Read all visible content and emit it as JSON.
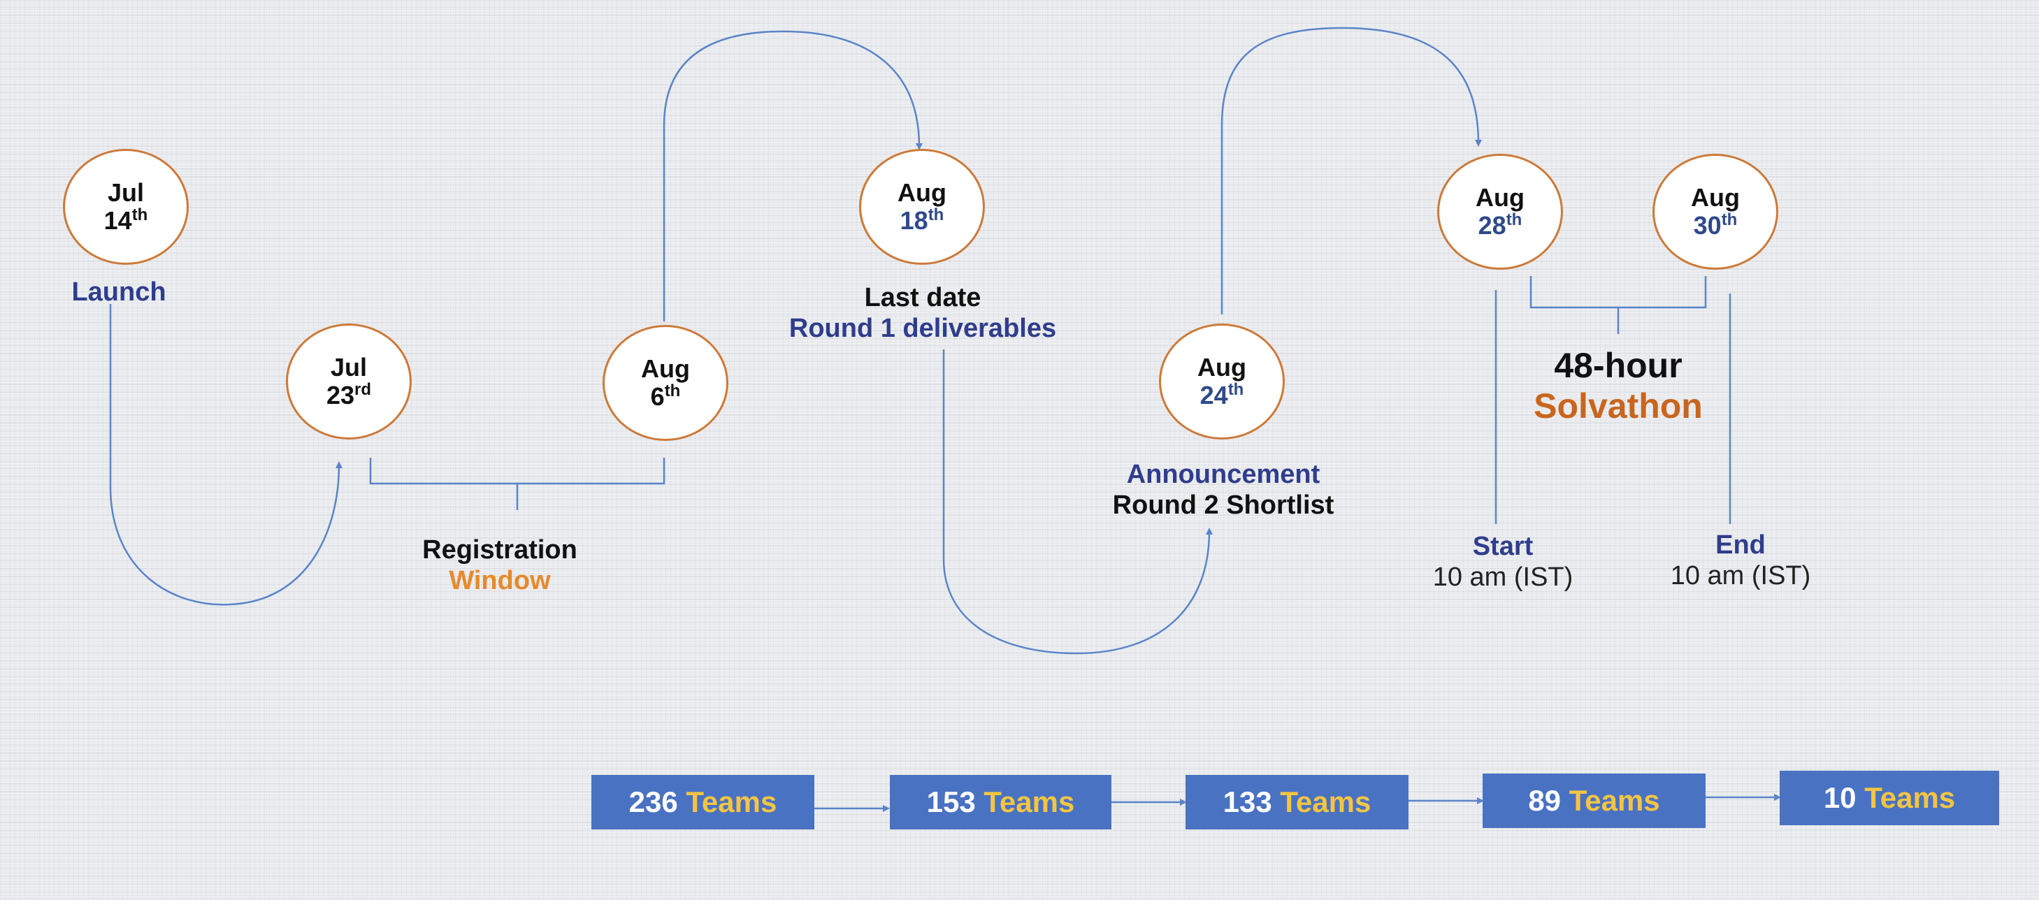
{
  "milestones": [
    {
      "month": "Jul",
      "day": "14",
      "suffix": "th",
      "label": "Launch"
    },
    {
      "month": "Jul",
      "day": "23",
      "suffix": "rd"
    },
    {
      "month": "Aug",
      "day": "6",
      "suffix": "th"
    },
    {
      "month": "Aug",
      "day": "18",
      "suffix": "th",
      "label_line1": "Last date",
      "label_line2": "Round 1 deliverables"
    },
    {
      "month": "Aug",
      "day": "24",
      "suffix": "th",
      "label_line1": "Announcement",
      "label_line2": "Round 2 Shortlist"
    },
    {
      "month": "Aug",
      "day": "28",
      "suffix": "th",
      "label_line1": "Start",
      "label_line2": "10 am (IST)"
    },
    {
      "month": "Aug",
      "day": "30",
      "suffix": "th",
      "label_line1": "End",
      "label_line2": "10 am (IST)"
    }
  ],
  "registration": {
    "line1": "Registration",
    "line2": "Window"
  },
  "solvathon": {
    "line1": "48-hour",
    "line2": "Solvathon"
  },
  "teams": [
    {
      "count": "236",
      "word": "Teams"
    },
    {
      "count": "153",
      "word": "Teams"
    },
    {
      "count": "133",
      "word": "Teams"
    },
    {
      "count": "89",
      "word": "Teams"
    },
    {
      "count": "10",
      "word": "Teams"
    }
  ],
  "colors": {
    "line": "#5b84c9",
    "circle_border": "#cc7a3a",
    "navy_text": "#2f3d8c",
    "orange_text": "#e58a2c",
    "team_box": "#4a72c3",
    "team_word": "#f4c542"
  }
}
